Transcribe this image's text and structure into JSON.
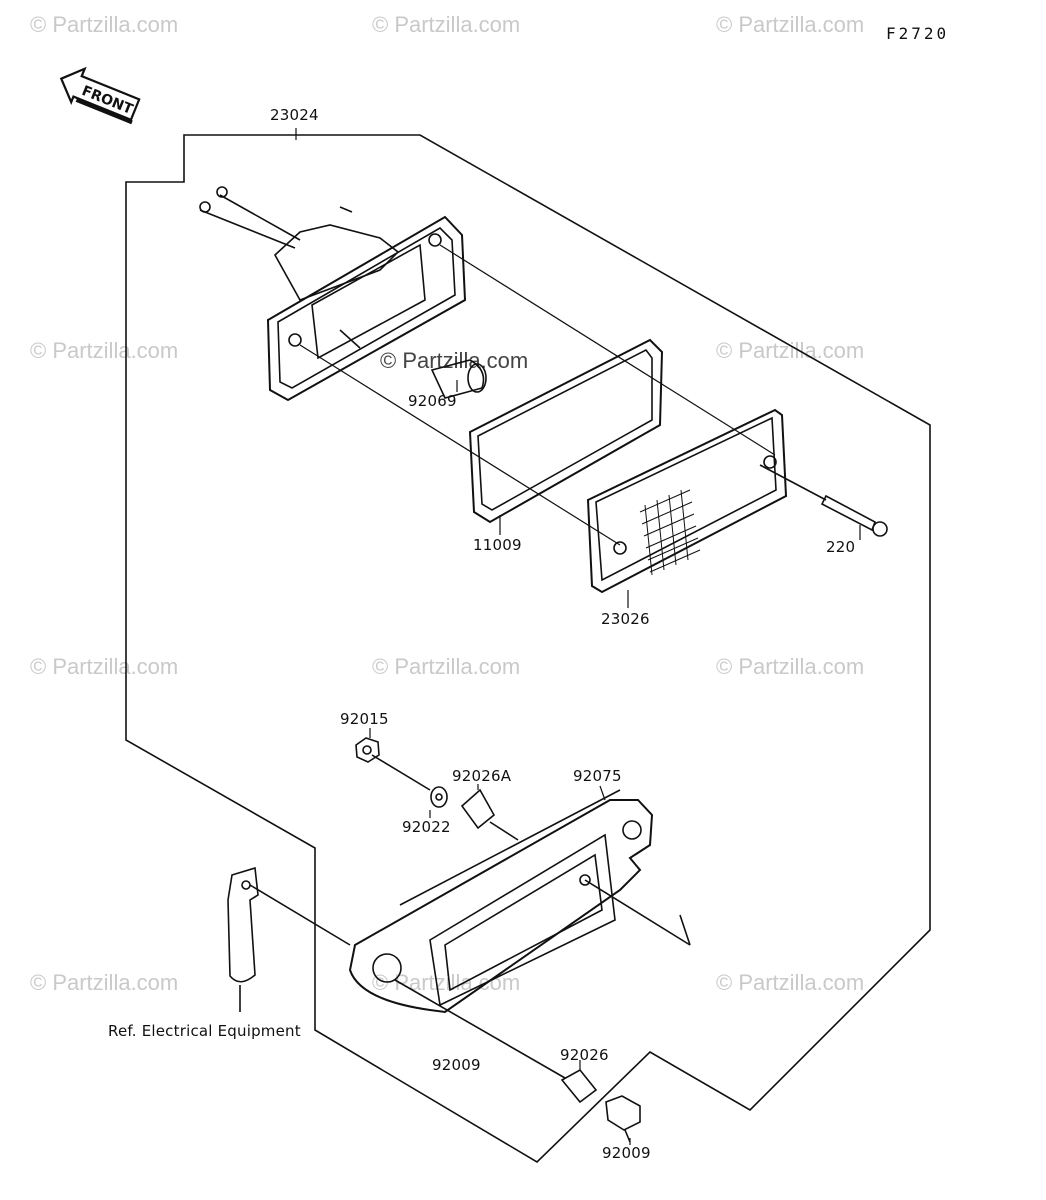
{
  "diagram_code": "F2720",
  "front_label": "FRONT",
  "watermark_text": "© Partzilla.com",
  "center_watermark": "© Partzilla.com",
  "labels": {
    "taillight_assembly": "23024",
    "bulb": "92069",
    "gasket": "11009",
    "lens": "23026",
    "lens_screw": "220",
    "nut": "92015",
    "washer": "92022",
    "collar_a": "92026A",
    "bracket": "92075",
    "bracket_bolt_label": "92009",
    "collar": "92026",
    "bolt": "92009",
    "ref_electrical": "Ref. Electrical Equipment"
  },
  "colors": {
    "line": "#111111",
    "watermark": "#c9c9c9"
  }
}
